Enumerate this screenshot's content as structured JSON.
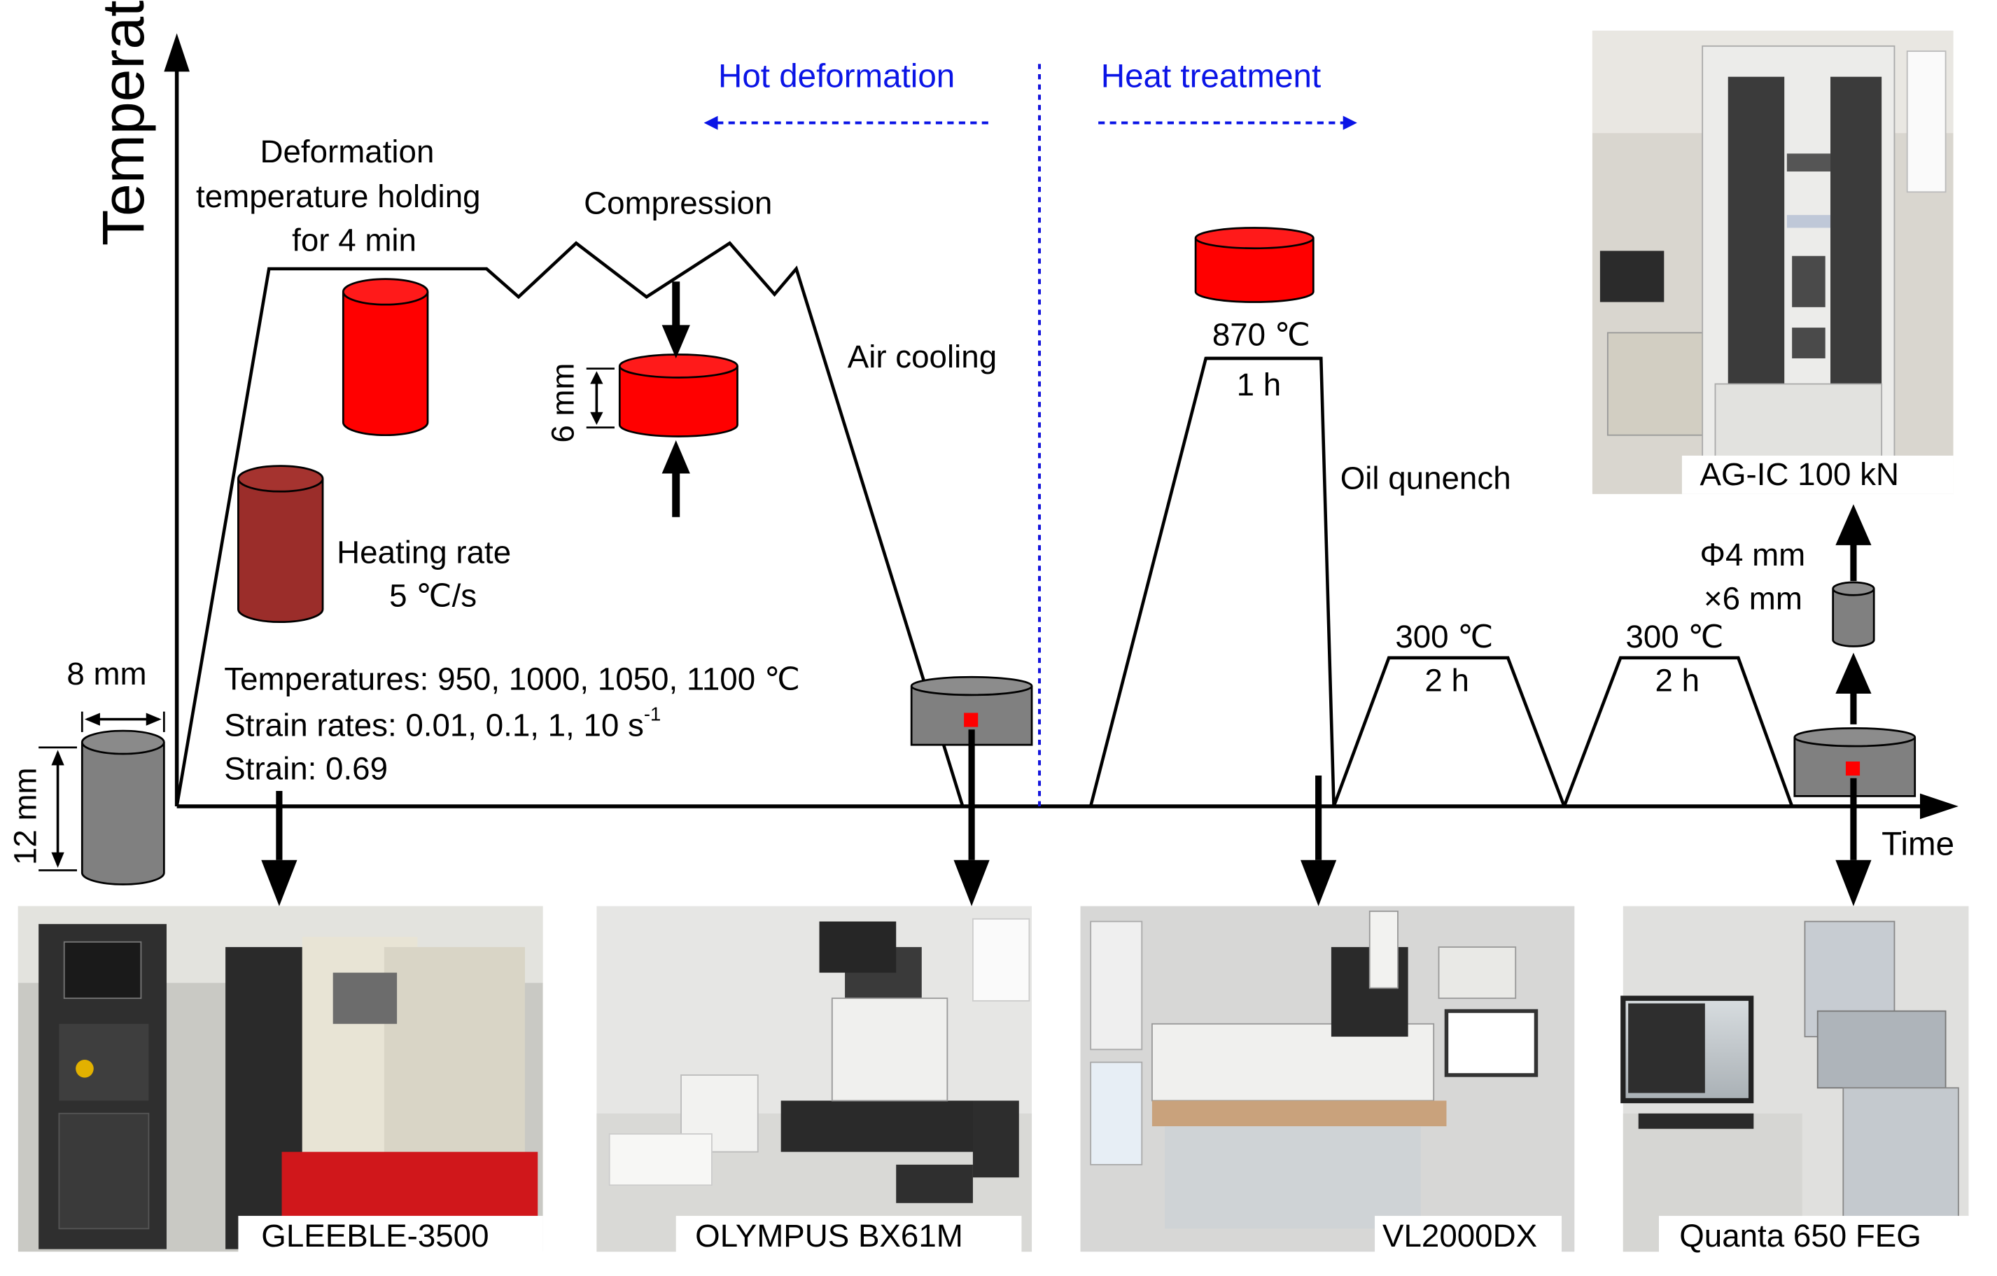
{
  "axes": {
    "y_label": "Temperature",
    "x_label": "Time"
  },
  "sections": {
    "hot_deformation": "Hot deformation",
    "heat_treatment": "Heat treatment"
  },
  "labels": {
    "holding": [
      "Deformation",
      "temperature holding",
      "for 4 min"
    ],
    "compression": "Compression",
    "air_cooling": "Air cooling",
    "heating_rate": [
      "Heating rate",
      "5 ℃/s"
    ],
    "temperatures": "Temperatures: 950, 1000, 1050, 1100 ℃",
    "strain_rates": "Strain rates: 0.01, 0.1, 1, 10 s",
    "strain_rates_exp": "-1",
    "strain": "Strain: 0.69",
    "dim_width": "8 mm",
    "dim_height": "12 mm",
    "dim_compressed": "6 mm",
    "quench_temp": "870 ℃",
    "quench_time": "1 h",
    "oil_quench": "Oil qunench",
    "temper1_temp": "300 ℃",
    "temper1_time": "2 h",
    "temper2_temp": "300 ℃",
    "temper2_time": "2 h",
    "tensile_specimen": [
      "Φ4 mm",
      "×6 mm"
    ]
  },
  "equipment": {
    "gleeble": "GLEEBLE-3500",
    "olympus": "OLYMPUS BX61M",
    "vl2000": "VL2000DX",
    "quanta": "Quanta 650 FEG",
    "autograph": "AG-IC 100 kN"
  },
  "colors": {
    "specimen_hot": "#ff0000",
    "specimen_heating": "#9b2d2a",
    "specimen_gray": "#808080",
    "section_text": "#0a14e6",
    "divider": "#1414dc"
  }
}
